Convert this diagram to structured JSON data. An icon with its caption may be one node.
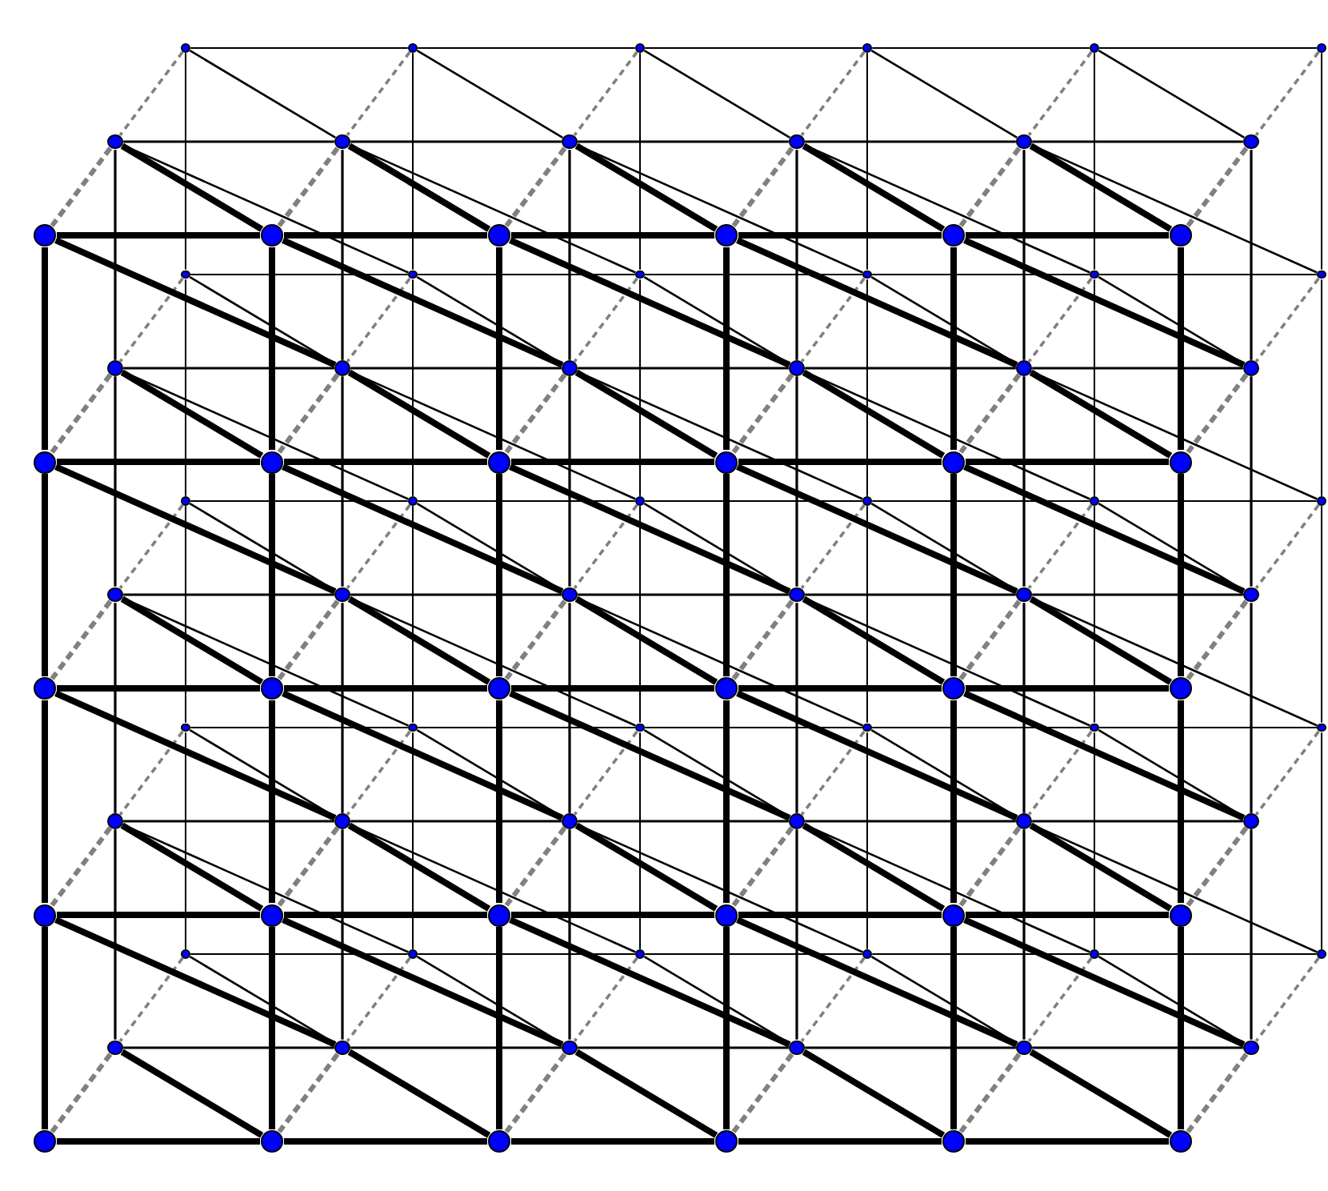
{
  "diagram": {
    "nodes": [
      {
        "text": [],
        "shape": "circle"
      },
      {
        "text": [],
        "shape": "circle"
      },
      {
        "text": [],
        "shape": "circle"
      },
      {
        "text": [],
        "shape": "circle"
      },
      {
        "text": [],
        "shape": "circle"
      },
      {
        "text": [],
        "shape": "circle"
      },
      {
        "text": [],
        "shape": "circle"
      },
      {
        "text": [],
        "shape": "circle"
      },
      {
        "text": [],
        "shape": "circle"
      },
      {
        "text": [],
        "shape": "circle"
      },
      {
        "text": [],
        "shape": "circle"
      },
      {
        "text": [],
        "shape": "circle"
      },
      {
        "text": [],
        "shape": "circle"
      },
      {
        "text": [],
        "shape": "circle"
      },
      {
        "text": [],
        "shape": "circle"
      },
      {
        "text": [],
        "shape": "circle"
      },
      {
        "text": [],
        "shape": "circle"
      },
      {
        "text": [],
        "shape": "circle"
      },
      {
        "text": [],
        "shape": "circle"
      },
      {
        "text": [],
        "shape": "circle"
      },
      {
        "text": [],
        "shape": "circle"
      },
      {
        "text": [],
        "shape": "circle"
      },
      {
        "text": [],
        "shape": "circle"
      },
      {
        "text": [],
        "shape": "circle"
      },
      {
        "text": [],
        "shape": "circle"
      },
      {
        "text": [],
        "shape": "circle"
      },
      {
        "text": [],
        "shape": "circle"
      },
      {
        "text": [],
        "shape": "circle"
      },
      {
        "text": [],
        "shape": "circle"
      },
      {
        "text": [],
        "shape": "circle"
      },
      {
        "text": [],
        "shape": "circle"
      },
      {
        "text": [],
        "shape": "circle"
      },
      {
        "text": [],
        "shape": "circle"
      },
      {
        "text": [],
        "shape": "circle"
      },
      {
        "text": [],
        "shape": "circle"
      },
      {
        "text": [],
        "shape": "circle"
      },
      {
        "text": [],
        "shape": "circle"
      },
      {
        "text": [],
        "shape": "circle"
      },
      {
        "text": [],
        "shape": "circle"
      },
      {
        "text": [],
        "shape": "circle"
      },
      {
        "text": [],
        "shape": "circle"
      },
      {
        "text": [],
        "shape": "circle"
      },
      {
        "text": [],
        "shape": "circle"
      },
      {
        "text": [],
        "shape": "circle"
      },
      {
        "text": [],
        "shape": "circle"
      },
      {
        "text": [],
        "shape": "circle"
      },
      {
        "text": [],
        "shape": "circle"
      },
      {
        "text": [],
        "shape": "circle"
      },
      {
        "text": [],
        "shape": "circle"
      },
      {
        "text": [],
        "shape": "circle"
      },
      {
        "text": [],
        "shape": "circle"
      },
      {
        "text": [],
        "shape": "circle"
      },
      {
        "text": [],
        "shape": "circle"
      },
      {
        "text": [],
        "shape": "circle"
      },
      {
        "text": [],
        "shape": "circle"
      },
      {
        "text": [],
        "shape": "circle"
      },
      {
        "text": [],
        "shape": "circle"
      },
      {
        "text": [],
        "shape": "circle"
      },
      {
        "text": [],
        "shape": "circle"
      },
      {
        "text": [],
        "shape": "circle"
      },
      {
        "text": [],
        "shape": "circle"
      },
      {
        "text": [],
        "shape": "circle"
      },
      {
        "text": [],
        "shape": "circle"
      },
      {
        "text": [],
        "shape": "circle"
      },
      {
        "text": [],
        "shape": "circle"
      },
      {
        "text": [],
        "shape": "circle"
      },
      {
        "text": [],
        "shape": "circle"
      },
      {
        "text": [],
        "shape": "circle"
      },
      {
        "text": [],
        "shape": "circle"
      },
      {
        "text": [],
        "shape": "circle"
      },
      {
        "text": [],
        "shape": "circle"
      },
      {
        "text": [],
        "shape": "circle"
      },
      {
        "text": [],
        "shape": "circle"
      },
      {
        "text": [],
        "shape": "circle"
      },
      {
        "text": [],
        "shape": "circle"
      },
      {
        "text": [],
        "shape": "circle"
      },
      {
        "text": [],
        "shape": "circle"
      },
      {
        "text": [],
        "shape": "circle"
      },
      {
        "text": [],
        "shape": "circle"
      },
      {
        "text": [],
        "shape": "circle"
      },
      {
        "text": [],
        "shape": "circle"
      },
      {
        "text": [],
        "shape": "circle"
      },
      {
        "text": [],
        "shape": "circle"
      },
      {
        "text": [],
        "shape": "circle"
      },
      {
        "text": [],
        "shape": "circle"
      },
      {
        "text": [],
        "shape": "circle"
      },
      {
        "text": [],
        "shape": "circle"
      },
      {
        "text": [],
        "shape": "circle"
      },
      {
        "text": [],
        "shape": "circle"
      },
      {
        "text": [],
        "shape": "circle"
      }
    ],
    "edges": [
      {
        "from": 0,
        "to": 1,
        "arrow": "none"
      },
      {
        "from": 1,
        "to": 2,
        "arrow": "none"
      },
      {
        "from": 2,
        "to": 3,
        "arrow": "none"
      },
      {
        "from": 3,
        "to": 4,
        "arrow": "none"
      },
      {
        "from": 4,
        "to": 5,
        "arrow": "none"
      },
      {
        "from": 6,
        "to": 7,
        "arrow": "none"
      },
      {
        "from": 7,
        "to": 8,
        "arrow": "none"
      },
      {
        "from": 8,
        "to": 9,
        "arrow": "none"
      },
      {
        "from": 9,
        "to": 10,
        "arrow": "none"
      },
      {
        "from": 10,
        "to": 11,
        "arrow": "none"
      },
      {
        "from": 12,
        "to": 13,
        "arrow": "none"
      },
      {
        "from": 13,
        "to": 14,
        "arrow": "none"
      },
      {
        "from": 14,
        "to": 15,
        "arrow": "none"
      },
      {
        "from": 15,
        "to": 16,
        "arrow": "none"
      },
      {
        "from": 16,
        "to": 17,
        "arrow": "none"
      },
      {
        "from": 18,
        "to": 19,
        "arrow": "none"
      },
      {
        "from": 19,
        "to": 20,
        "arrow": "none"
      },
      {
        "from": 20,
        "to": 21,
        "arrow": "none"
      },
      {
        "from": 21,
        "to": 22,
        "arrow": "none"
      },
      {
        "from": 22,
        "to": 23,
        "arrow": "none"
      },
      {
        "from": 24,
        "to": 25,
        "arrow": "none"
      },
      {
        "from": 25,
        "to": 26,
        "arrow": "none"
      },
      {
        "from": 26,
        "to": 27,
        "arrow": "none"
      },
      {
        "from": 27,
        "to": 28,
        "arrow": "none"
      },
      {
        "from": 28,
        "to": 29,
        "arrow": "none"
      },
      {
        "from": 0,
        "to": 6,
        "arrow": "none"
      },
      {
        "from": 1,
        "to": 7,
        "arrow": "none"
      },
      {
        "from": 2,
        "to": 8,
        "arrow": "none"
      },
      {
        "from": 3,
        "to": 9,
        "arrow": "none"
      },
      {
        "from": 4,
        "to": 10,
        "arrow": "none"
      },
      {
        "from": 5,
        "to": 11,
        "arrow": "none"
      },
      {
        "from": 6,
        "to": 12,
        "arrow": "none"
      },
      {
        "from": 7,
        "to": 13,
        "arrow": "none"
      },
      {
        "from": 8,
        "to": 14,
        "arrow": "none"
      },
      {
        "from": 9,
        "to": 15,
        "arrow": "none"
      },
      {
        "from": 10,
        "to": 16,
        "arrow": "none"
      },
      {
        "from": 11,
        "to": 17,
        "arrow": "none"
      },
      {
        "from": 12,
        "to": 18,
        "arrow": "none"
      },
      {
        "from": 13,
        "to": 19,
        "arrow": "none"
      },
      {
        "from": 14,
        "to": 20,
        "arrow": "none"
      },
      {
        "from": 15,
        "to": 21,
        "arrow": "none"
      },
      {
        "from": 16,
        "to": 22,
        "arrow": "none"
      },
      {
        "from": 17,
        "to": 23,
        "arrow": "none"
      },
      {
        "from": 18,
        "to": 24,
        "arrow": "none"
      },
      {
        "from": 19,
        "to": 25,
        "arrow": "none"
      },
      {
        "from": 20,
        "to": 26,
        "arrow": "none"
      },
      {
        "from": 21,
        "to": 27,
        "arrow": "none"
      },
      {
        "from": 22,
        "to": 28,
        "arrow": "none"
      },
      {
        "from": 23,
        "to": 29,
        "arrow": "none"
      },
      {
        "from": 30,
        "to": 31,
        "arrow": "none"
      },
      {
        "from": 31,
        "to": 32,
        "arrow": "none"
      },
      {
        "from": 32,
        "to": 33,
        "arrow": "none"
      },
      {
        "from": 33,
        "to": 34,
        "arrow": "none"
      },
      {
        "from": 34,
        "to": 35,
        "arrow": "none"
      },
      {
        "from": 36,
        "to": 37,
        "arrow": "none"
      },
      {
        "from": 37,
        "to": 38,
        "arrow": "none"
      },
      {
        "from": 38,
        "to": 39,
        "arrow": "none"
      },
      {
        "from": 39,
        "to": 40,
        "arrow": "none"
      },
      {
        "from": 40,
        "to": 41,
        "arrow": "none"
      },
      {
        "from": 42,
        "to": 43,
        "arrow": "none"
      },
      {
        "from": 43,
        "to": 44,
        "arrow": "none"
      },
      {
        "from": 44,
        "to": 45,
        "arrow": "none"
      },
      {
        "from": 45,
        "to": 46,
        "arrow": "none"
      },
      {
        "from": 46,
        "to": 47,
        "arrow": "none"
      },
      {
        "from": 48,
        "to": 49,
        "arrow": "none"
      },
      {
        "from": 49,
        "to": 50,
        "arrow": "none"
      },
      {
        "from": 50,
        "to": 51,
        "arrow": "none"
      },
      {
        "from": 51,
        "to": 52,
        "arrow": "none"
      },
      {
        "from": 52,
        "to": 53,
        "arrow": "none"
      },
      {
        "from": 54,
        "to": 55,
        "arrow": "none"
      },
      {
        "from": 55,
        "to": 56,
        "arrow": "none"
      },
      {
        "from": 56,
        "to": 57,
        "arrow": "none"
      },
      {
        "from": 57,
        "to": 58,
        "arrow": "none"
      },
      {
        "from": 58,
        "to": 59,
        "arrow": "none"
      },
      {
        "from": 30,
        "to": 36,
        "arrow": "none"
      },
      {
        "from": 31,
        "to": 37,
        "arrow": "none"
      },
      {
        "from": 32,
        "to": 38,
        "arrow": "none"
      },
      {
        "from": 33,
        "to": 39,
        "arrow": "none"
      },
      {
        "from": 34,
        "to": 40,
        "arrow": "none"
      },
      {
        "from": 35,
        "to": 41,
        "arrow": "none"
      },
      {
        "from": 36,
        "to": 42,
        "arrow": "none"
      },
      {
        "from": 37,
        "to": 43,
        "arrow": "none"
      },
      {
        "from": 38,
        "to": 44,
        "arrow": "none"
      },
      {
        "from": 39,
        "to": 45,
        "arrow": "none"
      },
      {
        "from": 40,
        "to": 46,
        "arrow": "none"
      },
      {
        "from": 41,
        "to": 47,
        "arrow": "none"
      },
      {
        "from": 42,
        "to": 48,
        "arrow": "none"
      },
      {
        "from": 43,
        "to": 49,
        "arrow": "none"
      },
      {
        "from": 44,
        "to": 50,
        "arrow": "none"
      },
      {
        "from": 45,
        "to": 51,
        "arrow": "none"
      },
      {
        "from": 46,
        "to": 52,
        "arrow": "none"
      },
      {
        "from": 47,
        "to": 53,
        "arrow": "none"
      },
      {
        "from": 48,
        "to": 54,
        "arrow": "none"
      },
      {
        "from": 49,
        "to": 55,
        "arrow": "none"
      },
      {
        "from": 50,
        "to": 56,
        "arrow": "none"
      },
      {
        "from": 51,
        "to": 57,
        "arrow": "none"
      },
      {
        "from": 52,
        "to": 58,
        "arrow": "none"
      },
      {
        "from": 53,
        "to": 59,
        "arrow": "none"
      },
      {
        "from": 60,
        "to": 61,
        "arrow": "none",
        "style": "thick"
      },
      {
        "from": 61,
        "to": 62,
        "arrow": "none",
        "style": "thick"
      },
      {
        "from": 62,
        "to": 63,
        "arrow": "none",
        "style": "thick"
      },
      {
        "from": 63,
        "to": 64,
        "arrow": "none",
        "style": "thick"
      },
      {
        "from": 64,
        "to": 65,
        "arrow": "none",
        "style": "thick"
      },
      {
        "from": 66,
        "to": 67,
        "arrow": "none",
        "style": "thick"
      },
      {
        "from": 67,
        "to": 68,
        "arrow": "none",
        "style": "thick"
      },
      {
        "from": 68,
        "to": 69,
        "arrow": "none",
        "style": "thick"
      },
      {
        "from": 69,
        "to": 70,
        "arrow": "none",
        "style": "thick"
      },
      {
        "from": 70,
        "to": 71,
        "arrow": "none",
        "style": "thick"
      },
      {
        "from": 72,
        "to": 73,
        "arrow": "none",
        "style": "thick"
      },
      {
        "from": 73,
        "to": 74,
        "arrow": "none",
        "style": "thick"
      },
      {
        "from": 74,
        "to": 75,
        "arrow": "none",
        "style": "thick"
      },
      {
        "from": 75,
        "to": 76,
        "arrow": "none",
        "style": "thick"
      },
      {
        "from": 76,
        "to": 77,
        "arrow": "none",
        "style": "thick"
      },
      {
        "from": 78,
        "to": 79,
        "arrow": "none",
        "style": "thick"
      },
      {
        "from": 79,
        "to": 80,
        "arrow": "none",
        "style": "thick"
      },
      {
        "from": 80,
        "to": 81,
        "arrow": "none",
        "style": "thick"
      },
      {
        "from": 81,
        "to": 82,
        "arrow": "none",
        "style": "thick"
      },
      {
        "from": 82,
        "to": 83,
        "arrow": "none",
        "style": "thick"
      },
      {
        "from": 84,
        "to": 85,
        "arrow": "none",
        "style": "thick"
      },
      {
        "from": 85,
        "to": 86,
        "arrow": "none",
        "style": "thick"
      },
      {
        "from": 86,
        "to": 87,
        "arrow": "none",
        "style": "thick"
      },
      {
        "from": 87,
        "to": 88,
        "arrow": "none",
        "style": "thick"
      },
      {
        "from": 88,
        "to": 89,
        "arrow": "none",
        "style": "thick"
      },
      {
        "from": 60,
        "to": 66,
        "arrow": "none",
        "style": "thick"
      },
      {
        "from": 61,
        "to": 67,
        "arrow": "none",
        "style": "thick"
      },
      {
        "from": 62,
        "to": 68,
        "arrow": "none",
        "style": "thick"
      },
      {
        "from": 63,
        "to": 69,
        "arrow": "none",
        "style": "thick"
      },
      {
        "from": 64,
        "to": 70,
        "arrow": "none",
        "style": "thick"
      },
      {
        "from": 65,
        "to": 71,
        "arrow": "none",
        "style": "thick"
      },
      {
        "from": 66,
        "to": 72,
        "arrow": "none",
        "style": "thick"
      },
      {
        "from": 67,
        "to": 73,
        "arrow": "none",
        "style": "thick"
      },
      {
        "from": 68,
        "to": 74,
        "arrow": "none",
        "style": "thick"
      },
      {
        "from": 69,
        "to": 75,
        "arrow": "none",
        "style": "thick"
      },
      {
        "from": 70,
        "to": 76,
        "arrow": "none",
        "style": "thick"
      },
      {
        "from": 71,
        "to": 77,
        "arrow": "none",
        "style": "thick"
      },
      {
        "from": 72,
        "to": 78,
        "arrow": "none",
        "style": "thick"
      },
      {
        "from": 73,
        "to": 79,
        "arrow": "none",
        "style": "thick"
      },
      {
        "from": 74,
        "to": 80,
        "arrow": "none",
        "style": "thick"
      },
      {
        "from": 75,
        "to": 81,
        "arrow": "none",
        "style": "thick"
      },
      {
        "from": 76,
        "to": 82,
        "arrow": "none",
        "style": "thick"
      },
      {
        "from": 77,
        "to": 83,
        "arrow": "none",
        "style": "thick"
      },
      {
        "from": 78,
        "to": 84,
        "arrow": "none",
        "style": "thick"
      },
      {
        "from": 79,
        "to": 85,
        "arrow": "none",
        "style": "thick"
      },
      {
        "from": 80,
        "to": 86,
        "arrow": "none",
        "style": "thick"
      },
      {
        "from": 81,
        "to": 87,
        "arrow": "none",
        "style": "thick"
      },
      {
        "from": 82,
        "to": 88,
        "arrow": "none",
        "style": "thick"
      },
      {
        "from": 83,
        "to": 89,
        "arrow": "none",
        "style": "thick"
      },
      {
        "from": 0,
        "to": 30,
        "arrow": "none",
        "style": "dashed",
        "color": "#808080"
      },
      {
        "from": 1,
        "to": 31,
        "arrow": "none",
        "style": "dashed",
        "color": "#808080"
      },
      {
        "from": 2,
        "to": 32,
        "arrow": "none",
        "style": "dashed",
        "color": "#808080"
      },
      {
        "from": 3,
        "to": 33,
        "arrow": "none",
        "style": "dashed",
        "color": "#808080"
      },
      {
        "from": 4,
        "to": 34,
        "arrow": "none",
        "style": "dashed",
        "color": "#808080"
      },
      {
        "from": 5,
        "to": 35,
        "arrow": "none",
        "style": "dashed",
        "color": "#808080"
      },
      {
        "from": 6,
        "to": 36,
        "arrow": "none",
        "style": "dashed",
        "color": "#808080"
      },
      {
        "from": 7,
        "to": 37,
        "arrow": "none",
        "style": "dashed",
        "color": "#808080"
      },
      {
        "from": 8,
        "to": 38,
        "arrow": "none",
        "style": "dashed",
        "color": "#808080"
      },
      {
        "from": 9,
        "to": 39,
        "arrow": "none",
        "style": "dashed",
        "color": "#808080"
      },
      {
        "from": 10,
        "to": 40,
        "arrow": "none",
        "style": "dashed",
        "color": "#808080"
      },
      {
        "from": 11,
        "to": 41,
        "arrow": "none",
        "style": "dashed",
        "color": "#808080"
      },
      {
        "from": 12,
        "to": 42,
        "arrow": "none",
        "style": "dashed",
        "color": "#808080"
      },
      {
        "from": 13,
        "to": 43,
        "arrow": "none",
        "style": "dashed",
        "color": "#808080"
      },
      {
        "from": 14,
        "to": 44,
        "arrow": "none",
        "style": "dashed",
        "color": "#808080"
      },
      {
        "from": 15,
        "to": 45,
        "arrow": "none",
        "style": "dashed",
        "color": "#808080"
      },
      {
        "from": 16,
        "to": 46,
        "arrow": "none",
        "style": "dashed",
        "color": "#808080"
      },
      {
        "from": 17,
        "to": 47,
        "arrow": "none",
        "style": "dashed",
        "color": "#808080"
      },
      {
        "from": 18,
        "to": 48,
        "arrow": "none",
        "style": "dashed",
        "color": "#808080"
      },
      {
        "from": 19,
        "to": 49,
        "arrow": "none",
        "style": "dashed",
        "color": "#808080"
      },
      {
        "from": 20,
        "to": 50,
        "arrow": "none",
        "style": "dashed",
        "color": "#808080"
      },
      {
        "from": 21,
        "to": 51,
        "arrow": "none",
        "style": "dashed",
        "color": "#808080"
      },
      {
        "from": 22,
        "to": 52,
        "arrow": "none",
        "style": "dashed",
        "color": "#808080"
      },
      {
        "from": 23,
        "to": 53,
        "arrow": "none",
        "style": "dashed",
        "color": "#808080"
      },
      {
        "from": 24,
        "to": 54,
        "arrow": "none",
        "style": "dashed",
        "color": "#808080"
      },
      {
        "from": 25,
        "to": 55,
        "arrow": "none",
        "style": "dashed",
        "color": "#808080"
      },
      {
        "from": 26,
        "to": 56,
        "arrow": "none",
        "style": "dashed",
        "color": "#808080"
      },
      {
        "from": 27,
        "to": 57,
        "arrow": "none",
        "style": "dashed",
        "color": "#808080"
      },
      {
        "from": 28,
        "to": 58,
        "arrow": "none",
        "style": "dashed",
        "color": "#808080"
      },
      {
        "from": 29,
        "to": 59,
        "arrow": "none",
        "style": "dashed",
        "color": "#808080"
      },
      {
        "from": 30,
        "to": 60,
        "arrow": "none",
        "style": "dashed",
        "color": "#808080"
      },
      {
        "from": 31,
        "to": 61,
        "arrow": "none",
        "style": "dashed",
        "color": "#808080"
      },
      {
        "from": 32,
        "to": 62,
        "arrow": "none",
        "style": "dashed",
        "color": "#808080"
      },
      {
        "from": 33,
        "to": 63,
        "arrow": "none",
        "style": "dashed",
        "color": "#808080"
      },
      {
        "from": 34,
        "to": 64,
        "arrow": "none",
        "style": "dashed",
        "color": "#808080"
      },
      {
        "from": 35,
        "to": 65,
        "arrow": "none",
        "style": "dashed",
        "color": "#808080"
      },
      {
        "from": 36,
        "to": 66,
        "arrow": "none",
        "style": "dashed",
        "color": "#808080"
      },
      {
        "from": 37,
        "to": 67,
        "arrow": "none",
        "style": "dashed",
        "color": "#808080"
      },
      {
        "from": 38,
        "to": 68,
        "arrow": "none",
        "style": "dashed",
        "color": "#808080"
      },
      {
        "from": 39,
        "to": 69,
        "arrow": "none",
        "style": "dashed",
        "color": "#808080"
      },
      {
        "from": 40,
        "to": 70,
        "arrow": "none",
        "style": "dashed",
        "color": "#808080"
      },
      {
        "from": 41,
        "to": 71,
        "arrow": "none",
        "style": "dashed",
        "color": "#808080"
      },
      {
        "from": 42,
        "to": 72,
        "arrow": "none",
        "style": "dashed",
        "color": "#808080"
      },
      {
        "from": 43,
        "to": 73,
        "arrow": "none",
        "style": "dashed",
        "color": "#808080"
      },
      {
        "from": 44,
        "to": 74,
        "arrow": "none",
        "style": "dashed",
        "color": "#808080"
      },
      {
        "from": 45,
        "to": 75,
        "arrow": "none",
        "style": "dashed",
        "color": "#808080"
      },
      {
        "from": 46,
        "to": 76,
        "arrow": "none",
        "style": "dashed",
        "color": "#808080"
      },
      {
        "from": 47,
        "to": 77,
        "arrow": "none",
        "style": "dashed",
        "color": "#808080"
      },
      {
        "from": 48,
        "to": 78,
        "arrow": "none",
        "style": "dashed",
        "color": "#808080"
      },
      {
        "from": 49,
        "to": 79,
        "arrow": "none",
        "style": "dashed",
        "color": "#808080"
      },
      {
        "from": 50,
        "to": 80,
        "arrow": "none",
        "style": "dashed",
        "color": "#808080"
      },
      {
        "from": 51,
        "to": 81,
        "arrow": "none",
        "style": "dashed",
        "color": "#808080"
      },
      {
        "from": 52,
        "to": 82,
        "arrow": "none",
        "style": "dashed",
        "color": "#808080"
      },
      {
        "from": 53,
        "to": 83,
        "arrow": "none",
        "style": "dashed",
        "color": "#808080"
      },
      {
        "from": 54,
        "to": 84,
        "arrow": "none",
        "style": "dashed",
        "color": "#808080"
      },
      {
        "from": 55,
        "to": 85,
        "arrow": "none",
        "style": "dashed",
        "color": "#808080"
      },
      {
        "from": 56,
        "to": 86,
        "arrow": "none",
        "style": "dashed",
        "color": "#808080"
      },
      {
        "from": 57,
        "to": 87,
        "arrow": "none",
        "style": "dashed",
        "color": "#808080"
      },
      {
        "from": 58,
        "to": 88,
        "arrow": "none",
        "style": "dashed",
        "color": "#808080"
      },
      {
        "from": 59,
        "to": 89,
        "arrow": "none",
        "style": "dashed",
        "color": "#808080"
      },
      {
        "from": 0,
        "to": 31,
        "arrow": "none"
      },
      {
        "from": 1,
        "to": 32,
        "arrow": "none"
      },
      {
        "from": 2,
        "to": 33,
        "arrow": "none"
      },
      {
        "from": 3,
        "to": 34,
        "arrow": "none"
      },
      {
        "from": 4,
        "to": 35,
        "arrow": "none"
      },
      {
        "from": 6,
        "to": 37,
        "arrow": "none"
      },
      {
        "from": 7,
        "to": 38,
        "arrow": "none"
      },
      {
        "from": 8,
        "to": 39,
        "arrow": "none"
      },
      {
        "from": 9,
        "to": 40,
        "arrow": "none"
      },
      {
        "from": 10,
        "to": 41,
        "arrow": "none"
      },
      {
        "from": 12,
        "to": 43,
        "arrow": "none"
      },
      {
        "from": 13,
        "to": 44,
        "arrow": "none"
      },
      {
        "from": 14,
        "to": 45,
        "arrow": "none"
      },
      {
        "from": 15,
        "to": 46,
        "arrow": "none"
      },
      {
        "from": 16,
        "to": 47,
        "arrow": "none"
      },
      {
        "from": 18,
        "to": 49,
        "arrow": "none"
      },
      {
        "from": 19,
        "to": 50,
        "arrow": "none"
      },
      {
        "from": 20,
        "to": 51,
        "arrow": "none"
      },
      {
        "from": 21,
        "to": 52,
        "arrow": "none"
      },
      {
        "from": 22,
        "to": 53,
        "arrow": "none"
      },
      {
        "from": 24,
        "to": 55,
        "arrow": "none"
      },
      {
        "from": 25,
        "to": 56,
        "arrow": "none"
      },
      {
        "from": 26,
        "to": 57,
        "arrow": "none"
      },
      {
        "from": 27,
        "to": 58,
        "arrow": "none"
      },
      {
        "from": 28,
        "to": 59,
        "arrow": "none"
      },
      {
        "from": 30,
        "to": 61,
        "arrow": "none",
        "style": "thick"
      },
      {
        "from": 31,
        "to": 62,
        "arrow": "none",
        "style": "thick"
      },
      {
        "from": 32,
        "to": 63,
        "arrow": "none",
        "style": "thick"
      },
      {
        "from": 33,
        "to": 64,
        "arrow": "none",
        "style": "thick"
      },
      {
        "from": 34,
        "to": 65,
        "arrow": "none",
        "style": "thick"
      },
      {
        "from": 36,
        "to": 67,
        "arrow": "none",
        "style": "thick"
      },
      {
        "from": 37,
        "to": 68,
        "arrow": "none",
        "style": "thick"
      },
      {
        "from": 38,
        "to": 69,
        "arrow": "none",
        "style": "thick"
      },
      {
        "from": 39,
        "to": 70,
        "arrow": "none",
        "style": "thick"
      },
      {
        "from": 40,
        "to": 71,
        "arrow": "none",
        "style": "thick"
      },
      {
        "from": 42,
        "to": 73,
        "arrow": "none",
        "style": "thick"
      },
      {
        "from": 43,
        "to": 74,
        "arrow": "none",
        "style": "thick"
      },
      {
        "from": 44,
        "to": 75,
        "arrow": "none",
        "style": "thick"
      },
      {
        "from": 45,
        "to": 76,
        "arrow": "none",
        "style": "thick"
      },
      {
        "from": 46,
        "to": 77,
        "arrow": "none",
        "style": "thick"
      },
      {
        "from": 48,
        "to": 79,
        "arrow": "none",
        "style": "thick"
      },
      {
        "from": 49,
        "to": 80,
        "arrow": "none",
        "style": "thick"
      },
      {
        "from": 50,
        "to": 81,
        "arrow": "none",
        "style": "thick"
      },
      {
        "from": 51,
        "to": 82,
        "arrow": "none",
        "style": "thick"
      },
      {
        "from": 52,
        "to": 83,
        "arrow": "none",
        "style": "thick"
      },
      {
        "from": 54,
        "to": 85,
        "arrow": "none",
        "style": "thick"
      },
      {
        "from": 55,
        "to": 86,
        "arrow": "none",
        "style": "thick"
      },
      {
        "from": 56,
        "to": 87,
        "arrow": "none",
        "style": "thick"
      },
      {
        "from": 57,
        "to": 88,
        "arrow": "none",
        "style": "thick"
      },
      {
        "from": 58,
        "to": 89,
        "arrow": "none",
        "style": "thick"
      },
      {
        "from": 60,
        "to": 37,
        "arrow": "none",
        "style": "thick"
      },
      {
        "from": 61,
        "to": 38,
        "arrow": "none",
        "style": "thick"
      },
      {
        "from": 62,
        "to": 39,
        "arrow": "none",
        "style": "thick"
      },
      {
        "from": 63,
        "to": 40,
        "arrow": "none",
        "style": "thick"
      },
      {
        "from": 64,
        "to": 41,
        "arrow": "none",
        "style": "thick"
      },
      {
        "from": 66,
        "to": 43,
        "arrow": "none",
        "style": "thick"
      },
      {
        "from": 67,
        "to": 44,
        "arrow": "none",
        "style": "thick"
      },
      {
        "from": 68,
        "to": 45,
        "arrow": "none",
        "style": "thick"
      },
      {
        "from": 69,
        "to": 46,
        "arrow": "none",
        "style": "thick"
      },
      {
        "from": 70,
        "to": 47,
        "arrow": "none",
        "style": "thick"
      },
      {
        "from": 72,
        "to": 49,
        "arrow": "none",
        "style": "thick"
      },
      {
        "from": 73,
        "to": 50,
        "arrow": "none",
        "style": "thick"
      },
      {
        "from": 74,
        "to": 51,
        "arrow": "none",
        "style": "thick"
      },
      {
        "from": 75,
        "to": 52,
        "arrow": "none",
        "style": "thick"
      },
      {
        "from": 76,
        "to": 53,
        "arrow": "none",
        "style": "thick"
      },
      {
        "from": 78,
        "to": 55,
        "arrow": "none",
        "style": "thick"
      },
      {
        "from": 79,
        "to": 56,
        "arrow": "none",
        "style": "thick"
      },
      {
        "from": 80,
        "to": 57,
        "arrow": "none",
        "style": "thick"
      },
      {
        "from": 81,
        "to": 58,
        "arrow": "none",
        "style": "thick"
      },
      {
        "from": 82,
        "to": 59,
        "arrow": "none",
        "style": "thick"
      },
      {
        "from": 30,
        "to": 7,
        "arrow": "none"
      },
      {
        "from": 31,
        "to": 8,
        "arrow": "none"
      },
      {
        "from": 32,
        "to": 9,
        "arrow": "none"
      },
      {
        "from": 33,
        "to": 10,
        "arrow": "none"
      },
      {
        "from": 34,
        "to": 11,
        "arrow": "none"
      },
      {
        "from": 36,
        "to": 13,
        "arrow": "none"
      },
      {
        "from": 37,
        "to": 14,
        "arrow": "none"
      },
      {
        "from": 38,
        "to": 15,
        "arrow": "none"
      },
      {
        "from": 39,
        "to": 16,
        "arrow": "none"
      },
      {
        "from": 40,
        "to": 17,
        "arrow": "none"
      },
      {
        "from": 42,
        "to": 19,
        "arrow": "none"
      },
      {
        "from": 43,
        "to": 20,
        "arrow": "none"
      },
      {
        "from": 44,
        "to": 21,
        "arrow": "none"
      },
      {
        "from": 45,
        "to": 22,
        "arrow": "none"
      },
      {
        "from": 46,
        "to": 23,
        "arrow": "none"
      },
      {
        "from": 48,
        "to": 25,
        "arrow": "none"
      },
      {
        "from": 49,
        "to": 26,
        "arrow": "none"
      },
      {
        "from": 50,
        "to": 27,
        "arrow": "none"
      },
      {
        "from": 51,
        "to": 28,
        "arrow": "none"
      },
      {
        "from": 52,
        "to": 29,
        "arrow": "none"
      }
    ]
  }
}
